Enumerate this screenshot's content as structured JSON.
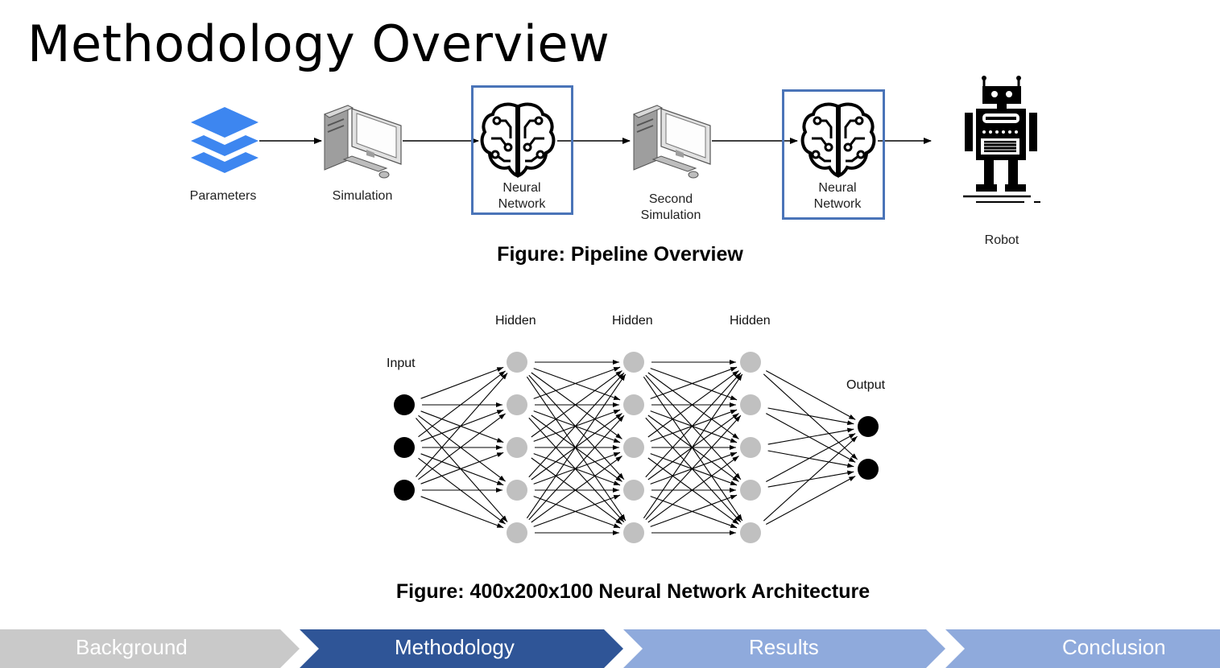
{
  "slide": {
    "title": "Methodology Overview"
  },
  "pipeline": {
    "steps": [
      {
        "label": "Parameters",
        "icon": "layers-icon"
      },
      {
        "label": "Simulation",
        "icon": "computer-icon"
      },
      {
        "label_line1": "Neural",
        "label_line2": "Network",
        "icon": "brain-circuit-icon",
        "highlighted": true
      },
      {
        "label_line1": "Second",
        "label_line2": "Simulation",
        "icon": "computer-icon"
      },
      {
        "label_line1": "Neural",
        "label_line2": "Network",
        "icon": "brain-circuit-icon",
        "highlighted": true
      },
      {
        "label": "Robot",
        "icon": "robot-icon"
      }
    ],
    "caption": "Figure: Pipeline Overview"
  },
  "network": {
    "layers": [
      {
        "label": "Input",
        "nodes": 3,
        "color": "#000000"
      },
      {
        "label": "Hidden",
        "nodes": 5,
        "color": "#c0c0c0"
      },
      {
        "label": "Hidden",
        "nodes": 5,
        "color": "#c0c0c0"
      },
      {
        "label": "Hidden",
        "nodes": 5,
        "color": "#c0c0c0"
      },
      {
        "label": "Output",
        "nodes": 2,
        "color": "#000000"
      }
    ],
    "caption": "Figure: 400x200x100 Neural Network Architecture"
  },
  "nav": {
    "items": [
      {
        "label": "Background",
        "state": "past"
      },
      {
        "label": "Methodology",
        "state": "active"
      },
      {
        "label": "Results",
        "state": "upcoming"
      },
      {
        "label": "Conclusion",
        "state": "upcoming"
      }
    ],
    "colors": {
      "past": "#c9c9c9",
      "active": "#2f5597",
      "upcoming": "#8faadc",
      "highlight": "#4a74b8",
      "layers": "#3d86f0"
    }
  }
}
